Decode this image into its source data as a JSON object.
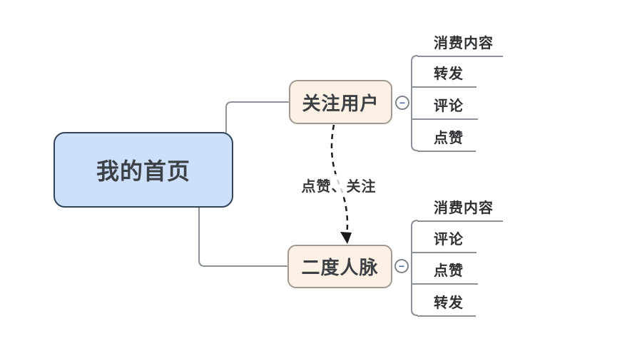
{
  "diagram": {
    "title": "mind-map",
    "root": {
      "label": "我的首页"
    },
    "branches": [
      {
        "label": "关注用户",
        "children": [
          {
            "label": "消费内容"
          },
          {
            "label": "转发"
          },
          {
            "label": "评论"
          },
          {
            "label": "点赞"
          }
        ]
      },
      {
        "label": "二度人脉",
        "children": [
          {
            "label": "消费内容"
          },
          {
            "label": "评论"
          },
          {
            "label": "点赞"
          },
          {
            "label": "转发"
          }
        ]
      }
    ],
    "relationship": {
      "label": "点赞、关注",
      "from": "关注用户",
      "to": "二度人脉",
      "style": "dashed-arrow"
    },
    "icons": {
      "collapse": "−"
    },
    "colors": {
      "root_fill": "#cddff9",
      "root_border": "#2f4459",
      "branch_fill": "#fcf1e4",
      "branch_border": "#a29a90",
      "connector": "#8b9196",
      "arrow": "#1c1c1e",
      "collapse_accent": "#4a67a1",
      "text": "#35383b",
      "canvas_bg": "#ffffff"
    }
  }
}
